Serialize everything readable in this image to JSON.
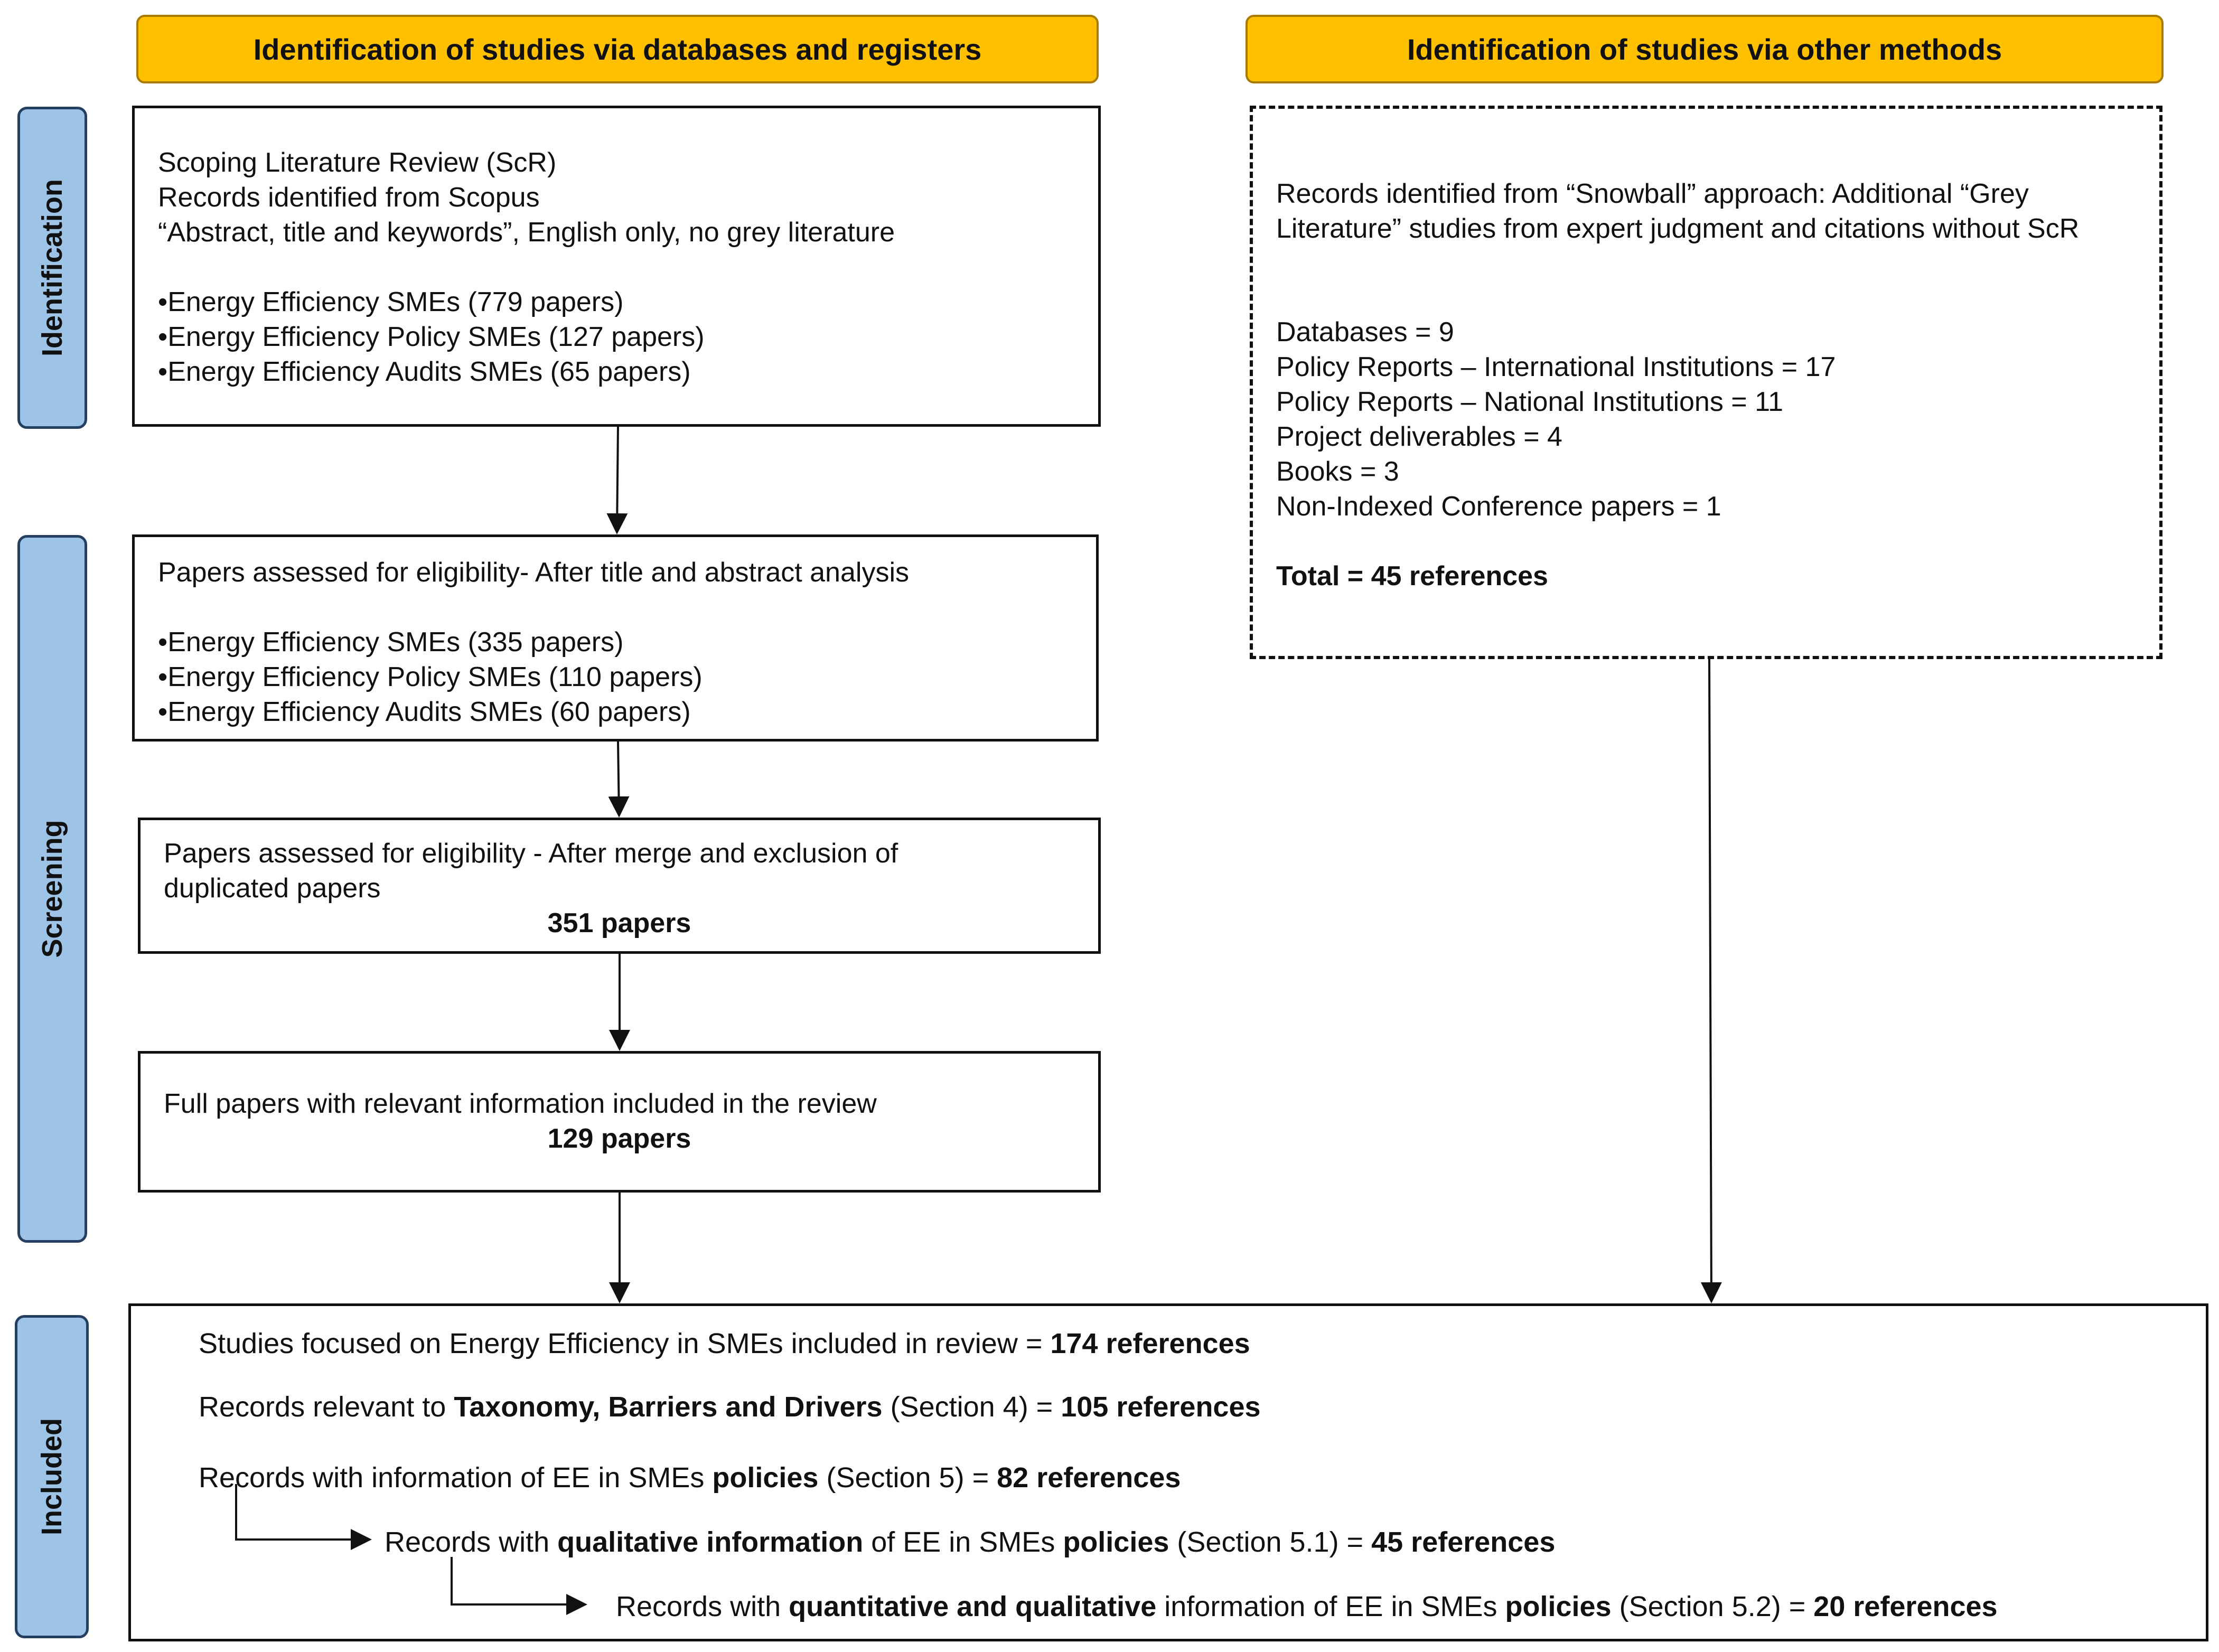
{
  "headers": {
    "left": "Identification of studies via databases and registers",
    "right": "Identification of studies via other methods"
  },
  "phases": {
    "identification": "Identification",
    "screening": "Screening",
    "included": "Included"
  },
  "box1": {
    "line1": "Scoping Literature Review (ScR)",
    "line2": "Records identified from Scopus",
    "line3": "“Abstract, title and keywords”, English only, no grey literature",
    "bullet1": "•Energy Efficiency SMEs (779 papers)",
    "bullet2": "•Energy Efficiency Policy SMEs (127 papers)",
    "bullet3": "•Energy Efficiency Audits SMEs (65 papers)"
  },
  "box2": {
    "title": "Papers assessed for eligibility- After title and abstract analysis",
    "bullet1": "•Energy Efficiency SMEs (335 papers)",
    "bullet2": "•Energy Efficiency Policy SMEs (110 papers)",
    "bullet3": "•Energy Efficiency Audits SMEs (60 papers)"
  },
  "box3": {
    "line1": "Papers assessed for eligibility - After merge and exclusion of",
    "line2": "duplicated papers",
    "count": "351 papers"
  },
  "box4": {
    "line1": "Full papers with relevant information included in the review",
    "count": "129 papers"
  },
  "other": {
    "line1": "Records identified from “Snowball” approach: Additional “Grey",
    "line2": "Literature” studies from expert judgment and citations without ScR",
    "items": [
      "Databases = 9",
      "Policy Reports – International Institutions = 17",
      "Policy Reports – National Institutions = 11",
      "Project deliverables = 4",
      "Books = 3",
      "Non-Indexed Conference papers = 1"
    ],
    "total": "Total = 45 references"
  },
  "included": {
    "r1_text": "Studies focused on Energy Efficiency in SMEs included in review  = ",
    "r1_bold": "174 references",
    "r2_pre": "Records relevant to ",
    "r2_bold": "Taxonomy, Barriers and Drivers",
    "r2_mid": " (Section 4) = ",
    "r2_count": "105 references",
    "r3_pre": "Records with information of EE in SMEs ",
    "r3_bold": "policies",
    "r3_mid": " (Section 5) = ",
    "r3_count": "82 references",
    "r4_pre": "Records with ",
    "r4_bold1": "qualitative information",
    "r4_mid1": " of EE in SMEs ",
    "r4_bold2": "policies",
    "r4_mid2": " (Section 5.1) = ",
    "r4_count": "45 references",
    "r5_pre": "Records with ",
    "r5_bold1": "quantitative and qualitative",
    "r5_mid1": " information of EE in SMEs ",
    "r5_bold2": "policies",
    "r5_mid2": " (Section 5.2)  = ",
    "r5_count": "20 references"
  }
}
